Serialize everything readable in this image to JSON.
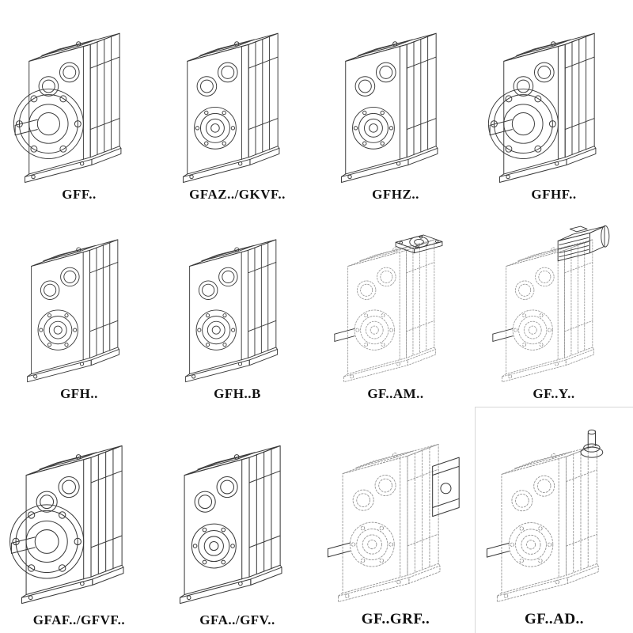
{
  "page": {
    "background": "#ffffff"
  },
  "drawing_colors": {
    "line": "#3a3a3a",
    "ghost_line": "#979797"
  },
  "cells": [
    {
      "label": "GFF..",
      "style": "solid-line",
      "drawing": "gearbox-with-output-flange-and-shaft"
    },
    {
      "label": "GFAZ../GKVF..",
      "style": "solid-line",
      "drawing": "gearbox-hollow-shaft"
    },
    {
      "label": "GFHZ..",
      "style": "solid-line",
      "drawing": "gearbox-hollow-shaft"
    },
    {
      "label": "GFHF..",
      "style": "solid-line",
      "drawing": "gearbox-with-output-flange-and-shaft"
    },
    {
      "label": "GFH..",
      "style": "solid-line",
      "drawing": "gearbox-foot-mounted"
    },
    {
      "label": "GFH..B",
      "style": "solid-line",
      "drawing": "gearbox-foot-mounted-base"
    },
    {
      "label": "GF..AM..",
      "style": "dashed-line",
      "drawing": "gearbox-ghost-with-input-adapter-flange"
    },
    {
      "label": "GF..Y..",
      "style": "dashed-line",
      "drawing": "gearbox-ghost-with-motor"
    },
    {
      "label": "GFAF../GFVF..",
      "style": "solid-line",
      "drawing": "gearbox-with-output-flange-and-shaft"
    },
    {
      "label": "GFA../GFV..",
      "style": "solid-line",
      "drawing": "gearbox-hollow-shaft"
    },
    {
      "label": "GF..GRF..",
      "style": "dashed-line",
      "drawing": "gearbox-ghost-with-side-adapter-box"
    },
    {
      "label": "GF..AD..",
      "style": "dashed-line",
      "drawing": "gearbox-ghost-with-top-input-shaft"
    }
  ]
}
